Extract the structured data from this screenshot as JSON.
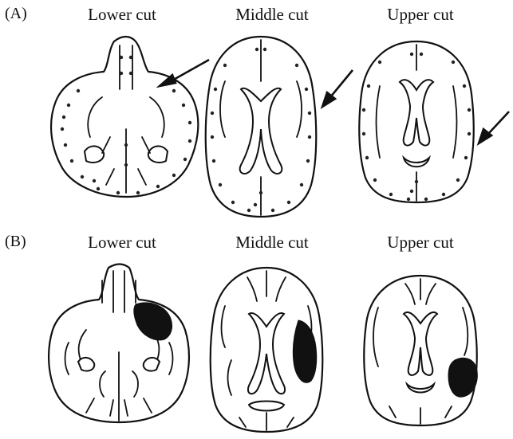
{
  "panels": [
    {
      "label": "(A)",
      "cuts": [
        {
          "title": "Lower cut"
        },
        {
          "title": "Middle cut"
        },
        {
          "title": "Upper cut"
        }
      ]
    },
    {
      "label": "(B)",
      "cuts": [
        {
          "title": "Lower cut"
        },
        {
          "title": "Middle cut"
        },
        {
          "title": "Upper cut"
        }
      ]
    }
  ],
  "colors": {
    "ink": "#111111",
    "background": "#ffffff",
    "lesion": "#111111"
  }
}
